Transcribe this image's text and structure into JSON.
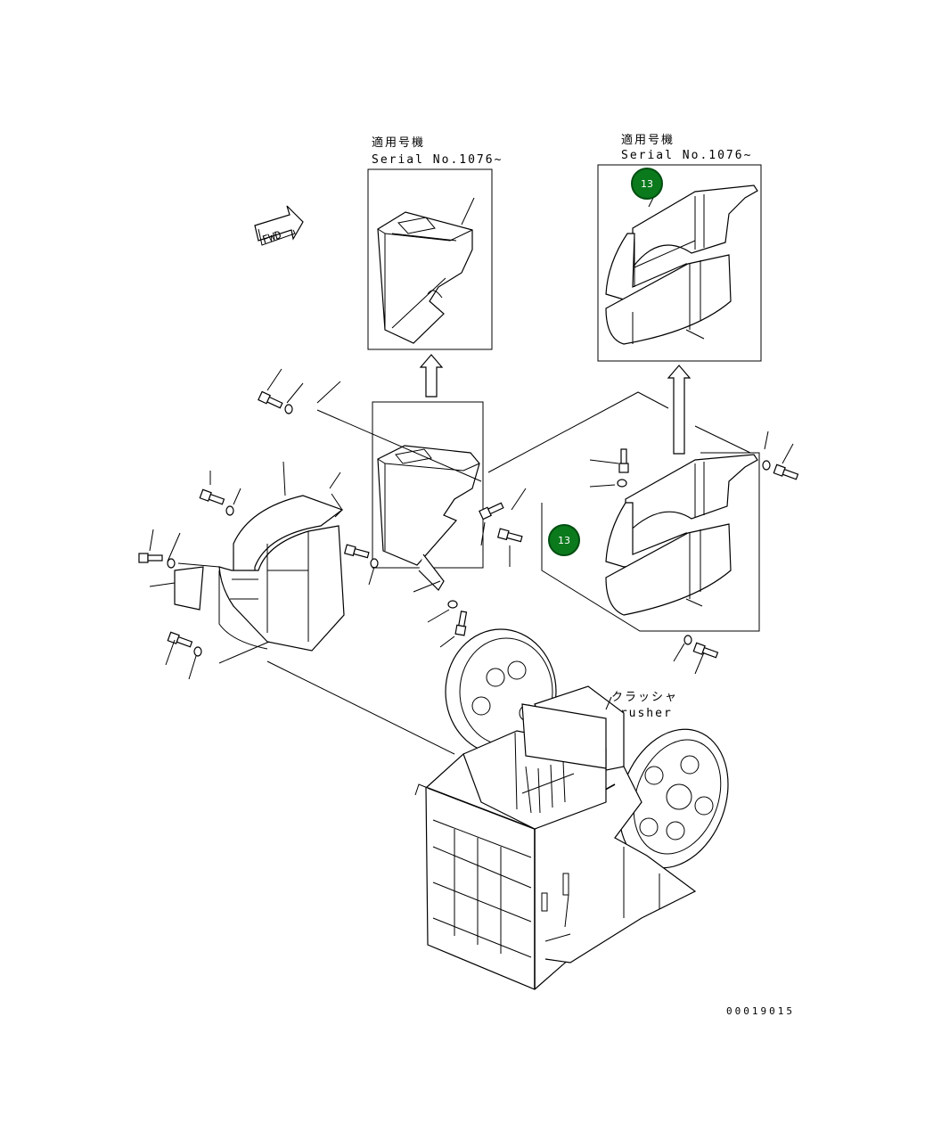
{
  "inset_left": {
    "title_jp": "適用号機",
    "serial": "Serial No.1076~"
  },
  "inset_right": {
    "title_jp": "適用号機",
    "serial": "Serial No.1076~"
  },
  "fwd_arrow": {
    "label": "FWD"
  },
  "crusher": {
    "label_jp": "クラッシャ",
    "label_en": "Crusher"
  },
  "callouts": {
    "badge_top": "13",
    "badge_mid": "13"
  },
  "colors": {
    "badge": "#0b7a1d"
  },
  "drawing_number": "00019015"
}
